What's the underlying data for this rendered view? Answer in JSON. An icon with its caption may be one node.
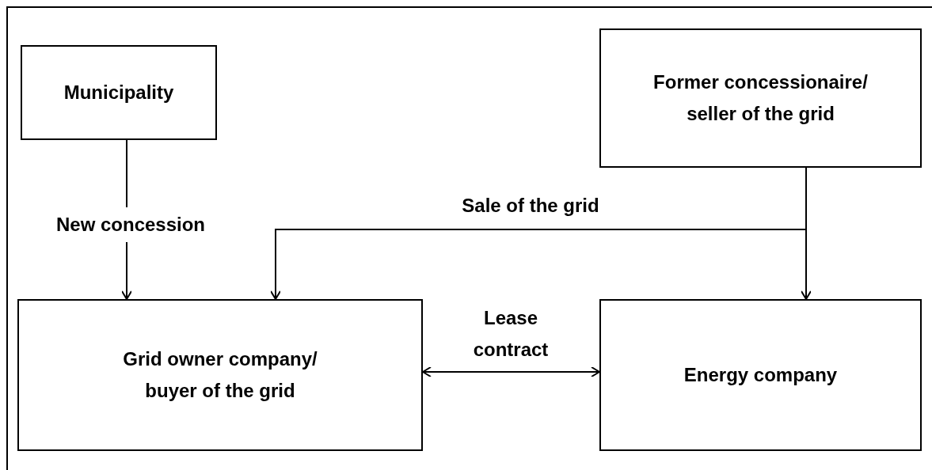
{
  "diagram": {
    "nodes": [
      {
        "text": [
          "Municipality"
        ]
      },
      {
        "text": [
          "Former concessionaire/ seller of the grid"
        ]
      },
      {
        "text": [
          "Grid owner company/ buyer of the grid"
        ]
      },
      {
        "text": [
          "Energy company"
        ]
      }
    ],
    "edges": [
      {
        "from": 0,
        "to": 2,
        "arrow": "to",
        "label": "New concession"
      },
      {
        "from": 1,
        "to": 2,
        "arrow": "to",
        "label": "Sale of the grid"
      },
      {
        "from": 1,
        "to": 3,
        "arrow": "to"
      },
      {
        "from": 2,
        "to": 3,
        "arrow": "both",
        "label": "Lease contract"
      }
    ]
  }
}
